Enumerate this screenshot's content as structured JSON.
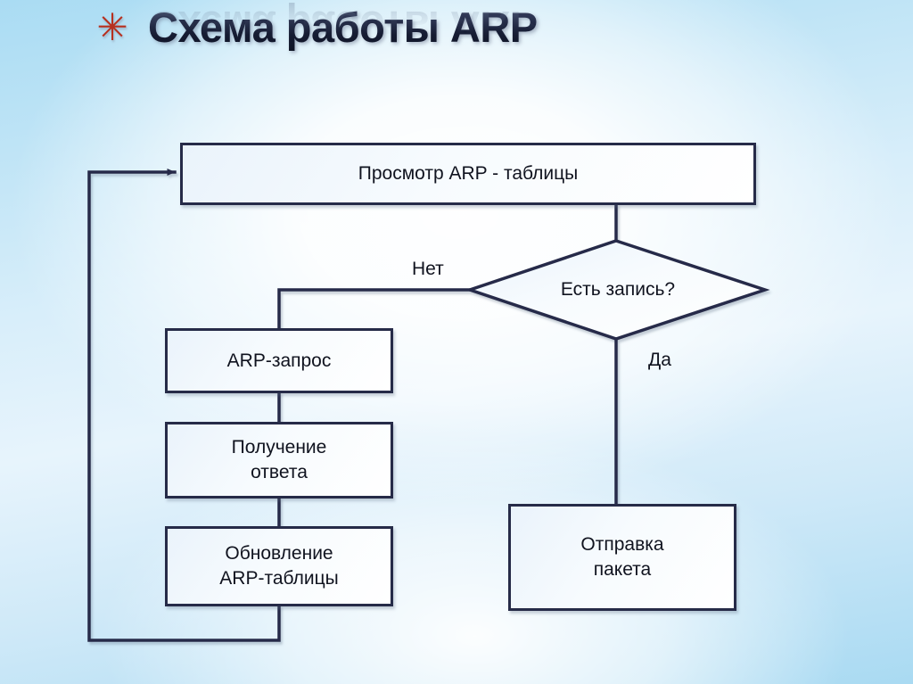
{
  "slide": {
    "title": "Схема работы ARP",
    "bullet_icon": "asterisk-icon",
    "bullet_glyph": "✳",
    "background_accent": "#aadcf3",
    "line_color": "#262b48"
  },
  "flowchart": {
    "nodes": [
      {
        "id": "view",
        "label": "Просмотр ARP - таблицы",
        "shape": "process"
      },
      {
        "id": "decide",
        "label": "Есть запись?",
        "shape": "decision"
      },
      {
        "id": "request",
        "label": "ARP-запрос",
        "shape": "process"
      },
      {
        "id": "receive",
        "label": "Получение\nответа",
        "line1": "Получение",
        "line2": "ответа",
        "shape": "process"
      },
      {
        "id": "update",
        "label": "Обновление\nARP-таблицы",
        "line1": "Обновление",
        "line2": "ARP-таблицы",
        "shape": "process"
      },
      {
        "id": "send",
        "label": "Отправка\nпакета",
        "line1": "Отправка",
        "line2": "пакета",
        "shape": "process"
      }
    ],
    "edge_labels": {
      "no": "Нет",
      "yes": "Да"
    }
  }
}
